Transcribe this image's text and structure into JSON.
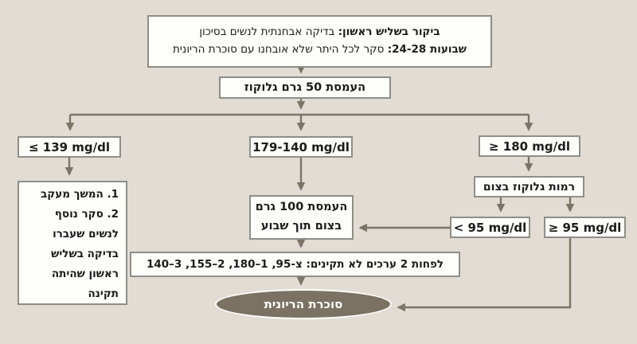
{
  "flowchart": {
    "title_box": {
      "line1_bold": "ביקור בשליש ראשון:",
      "line1_rest": " בדיקה אבחנתית לנשים בסיכון",
      "line2_bold": "שבועות 24-28:",
      "line2_rest": " סקר לכל היתר שלא אובחנו עם סוכרת הריונית"
    },
    "glucose_50_box": "העמסת 50 גרם גלוקוז",
    "branch_low": "≤ 139  mg/dl",
    "branch_mid": "179-140  mg/dl",
    "branch_high": "≥ 180  mg/dl",
    "followup_box": {
      "lines": [
        "1. המשך מעקב",
        "2. סקר נוסף",
        "לנשים שעברו",
        "בדיקה בשליש",
        "ראשון שהיתה",
        "תקינה"
      ]
    },
    "glucose_100_box": {
      "line1": "העמסת 100 גרם",
      "line2": "בצום תוך שבוע"
    },
    "fasting_levels_box": "רמות גלוקוז בצום",
    "fasting_low": "< 95  mg/dl",
    "fasting_high": "≥ 95  mg/dl",
    "criteria_box": "לפחות 2 ערכים לא תקינים: צ-95, 1–180, 2–155, 3–140",
    "result_ellipse": "סוכרת הריונית",
    "colors": {
      "background": "#e3dcd4",
      "box_fill": "#fdfdfa",
      "box_border": "#8e8e88",
      "arrow": "#7c7466",
      "ellipse_fill": "#7b7263",
      "ellipse_border": "#ffffff",
      "text": "#1b1b1b",
      "ellipse_text": "#ffffff"
    }
  }
}
